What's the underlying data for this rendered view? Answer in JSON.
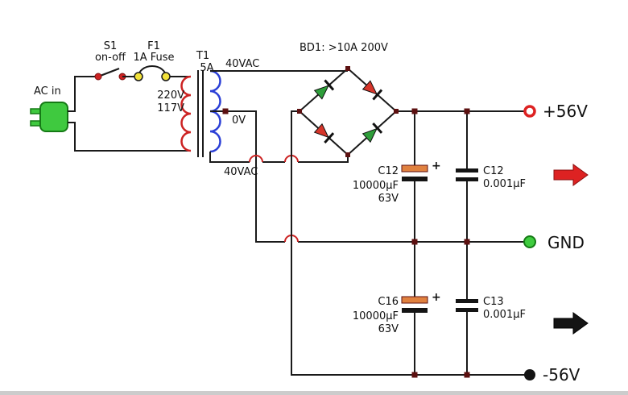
{
  "schematic": {
    "ac_input": {
      "label": "AC in"
    },
    "switch": {
      "ref": "S1",
      "desc": "on-off"
    },
    "fuse": {
      "ref": "F1",
      "desc": "1A Fuse"
    },
    "transformer": {
      "ref": "T1",
      "rating": "5A",
      "primary_voltages": [
        "220V",
        "117V"
      ],
      "secondary_taps": [
        "40VAC",
        "0V",
        "40VAC"
      ]
    },
    "bridge": {
      "label": "BD1: >10A 200V"
    },
    "capacitors": [
      {
        "ref": "C12",
        "value": "10000µF",
        "voltage": "63V",
        "polarity_mark": "+"
      },
      {
        "ref": "C12",
        "value": "0.001µF"
      },
      {
        "ref": "C16",
        "value": "10000µF",
        "voltage": "63V",
        "polarity_mark": "+"
      },
      {
        "ref": "C13",
        "value": "0.001µF"
      }
    ],
    "outputs": [
      "+56V",
      "GND",
      "-56V"
    ],
    "colors": {
      "wire": "#1a1a1a",
      "primary_winding": "#cc2222",
      "secondary_winding": "#2b3fd6",
      "diode_green": "#2e9e3a",
      "diode_red": "#d6352a",
      "electrolytic_positive_plate": "#e0813f",
      "junction_dot": "#5c1010",
      "terminal_positive": "#dd2222",
      "terminal_ground": "#3fcc3f",
      "terminal_negative": "#141414",
      "fuse_body": "#f2e23a",
      "switch_contact": "#cc2222",
      "plug_body": "#3fc93f",
      "arrow_red": "#dd2222",
      "arrow_black": "#141414",
      "wire_hop": "#cc2222"
    }
  }
}
